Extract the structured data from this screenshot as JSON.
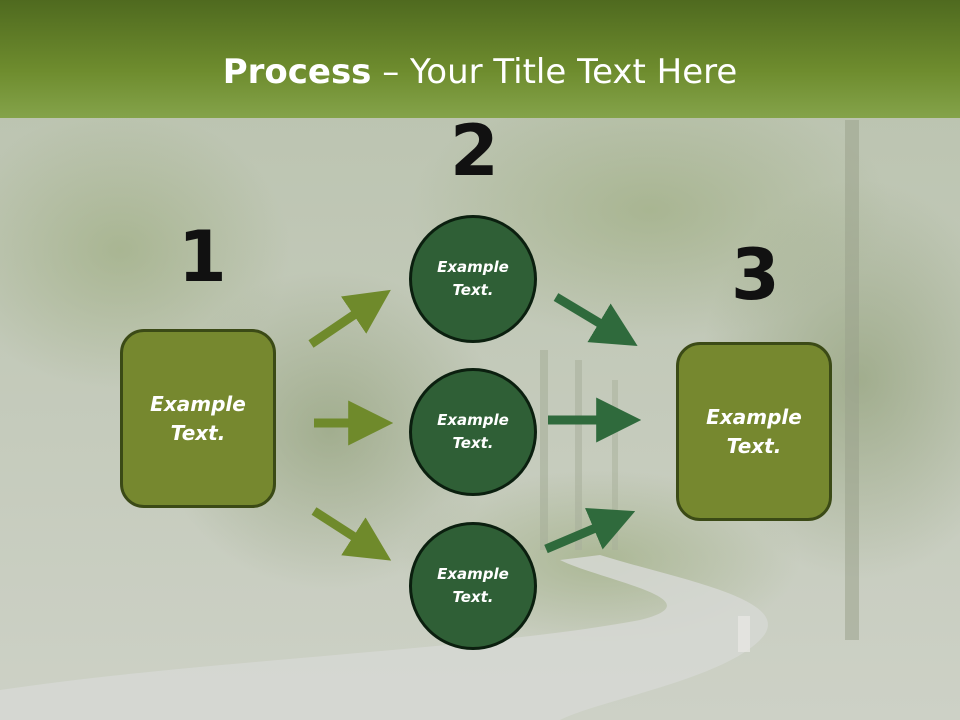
{
  "slide": {
    "title_bold": "Process",
    "title_rest": " – Your Title Text Here"
  },
  "steps": {
    "one": "1",
    "two": "2",
    "three": "3"
  },
  "left_box": {
    "text": "Example\nText."
  },
  "right_box": {
    "text": "Example\nText."
  },
  "circles": [
    {
      "text": "Example\nText."
    },
    {
      "text": "Example\nText."
    },
    {
      "text": "Example\nText."
    }
  ],
  "colors": {
    "header": "#6e8c2e",
    "box_fill": "#76882f",
    "circle_fill": "#2f5f36",
    "arrow_olive": "#6f8a2b",
    "arrow_green": "#2f6a3c"
  }
}
